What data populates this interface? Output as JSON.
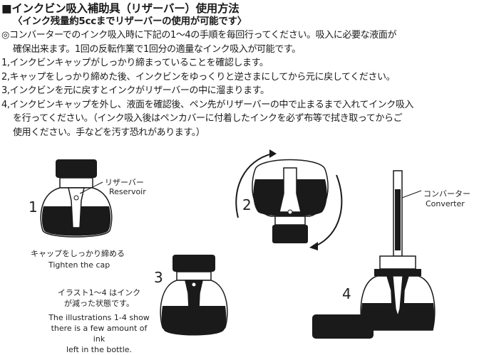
{
  "title": "■インクビン吸入補助具（リザーバー）使用方法",
  "subtitle": "〈インク残量約5ccまでリザーバーの使用が可能です〉",
  "intro": {
    "line1": "◎コンバーターでのインク吸入時に下記の1～4の手順を毎回行ってください。吸入に必要な液面が",
    "line2": "確保出来ます。1回の反転作業で1回分の適量なインク吸入が可能です。"
  },
  "steps": [
    {
      "line1": "1,インクビンキャップがしっかり締まっていることを確認します。",
      "line2": "",
      "line3": ""
    },
    {
      "line1": "2,キャップをしっかり締めた後、インクビンをゆっくりと逆さまにしてから元に戻してください。",
      "line2": "",
      "line3": ""
    },
    {
      "line1": "3,インクビンを元に戻すとインクがリザーバーの中に溜まります。",
      "line2": "",
      "line3": ""
    },
    {
      "line1": "4,インクビンキャップを外し、液面を確認後、ペン先がリザーバーの中で止まるまで入れてインク吸入",
      "line2": "を行ってください。（インク吸入後はペンカバーに付着したインクを必ず布等で拭き取ってからご",
      "line3": "使用ください。手などを汚す恐れがあります。）"
    }
  ],
  "figures": {
    "fig1": {
      "number": "1",
      "label_ja": "リザーバー",
      "label_en": "Reservoir",
      "caption_ja": "キャップをしっかり締める",
      "caption_en": "Tighten the cap"
    },
    "fig2": {
      "number": "2"
    },
    "fig3": {
      "number": "3"
    },
    "fig4": {
      "number": "4",
      "label_ja": "コンバーター",
      "label_en": "Converter"
    }
  },
  "note": {
    "ja_line1": "イラスト1～4 はインク",
    "ja_line2": "が減った状態です。",
    "en_line1": "The illustrations 1-4 show",
    "en_line2": "there is a few amount of ink",
    "en_line3": "left in the bottle."
  },
  "colors": {
    "ink": "#1a1a1a",
    "glass": "#ffffff"
  }
}
